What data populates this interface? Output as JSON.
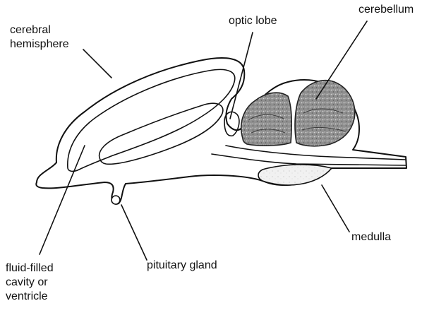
{
  "labels": {
    "cerebral_hemisphere": [
      "cerebral",
      "hemisphere"
    ],
    "optic_lobe": "optic lobe",
    "cerebellum": "cerebellum",
    "medulla": "medulla",
    "pituitary_gland": "pituitary gland",
    "ventricle": [
      "fluid-filled",
      "cavity or",
      "ventricle"
    ]
  },
  "colors": {
    "line": "#111111",
    "cerebellum_fill": "#9a9a9a",
    "medulla_fill": "#ececec",
    "background": "#ffffff"
  }
}
